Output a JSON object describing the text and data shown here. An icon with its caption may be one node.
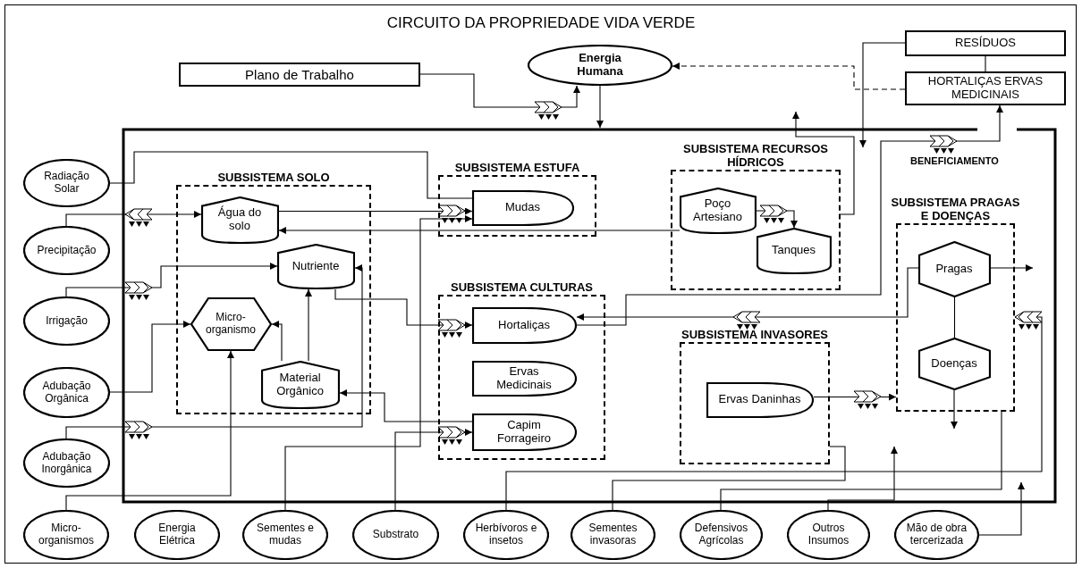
{
  "diagram": {
    "title": "CIRCUITO DA PROPRIEDADE VIDA VERDE",
    "nodes": [
      {
        "text": [
          "Plano de Trabalho"
        ]
      },
      {
        "text": [
          "Energia Humana"
        ]
      },
      {
        "text": [
          "RESÍDUOS"
        ]
      },
      {
        "text": [
          "HORTALIÇAS ERVAS MEDICINAIS"
        ]
      },
      {
        "text": [
          "Radiação Solar"
        ]
      },
      {
        "text": [
          "Precipitação"
        ]
      },
      {
        "text": [
          "Irrigação"
        ]
      },
      {
        "text": [
          "Adubação Orgânica"
        ]
      },
      {
        "text": [
          "Adubação Inorgânica"
        ]
      },
      {
        "text": [
          "SUBSISTEMA SOLO"
        ]
      },
      {
        "text": [
          "Água do solo"
        ],
        "in": 9
      },
      {
        "text": [
          "Nutriente"
        ],
        "in": 9
      },
      {
        "text": [
          "Micro-organismo"
        ],
        "in": 9
      },
      {
        "text": [
          "Material Orgânico"
        ],
        "in": 9
      },
      {
        "text": [
          "SUBSISTEMA ESTUFA"
        ]
      },
      {
        "text": [
          "Mudas"
        ],
        "in": 14
      },
      {
        "text": [
          "SUBSISTEMA RECURSOS HÍDRICOS"
        ]
      },
      {
        "text": [
          "Poço Artesiano"
        ],
        "in": 16
      },
      {
        "text": [
          "Tanques"
        ],
        "in": 16
      },
      {
        "text": [
          "SUBSISTEMA CULTURAS"
        ]
      },
      {
        "text": [
          "Hortaliças"
        ],
        "in": 19
      },
      {
        "text": [
          "Ervas Medicinais"
        ],
        "in": 19
      },
      {
        "text": [
          "Capim Forrageiro"
        ],
        "in": 19
      },
      {
        "text": [
          "SUBSISTEMA INVASORES"
        ]
      },
      {
        "text": [
          "Ervas Daninhas"
        ],
        "in": 23
      },
      {
        "text": [
          "SUBSISTEMA PRAGAS E DOENÇAS"
        ]
      },
      {
        "text": [
          "Pragas"
        ],
        "in": 25
      },
      {
        "text": [
          "Doenças"
        ],
        "in": 25
      },
      {
        "text": [
          "Micro-organismos"
        ]
      },
      {
        "text": [
          "Energia Elétrica"
        ]
      },
      {
        "text": [
          "Sementes e mudas"
        ]
      },
      {
        "text": [
          "Substrato"
        ]
      },
      {
        "text": [
          "Herbívoros e insetos"
        ]
      },
      {
        "text": [
          "Sementes invasoras"
        ]
      },
      {
        "text": [
          "Defensivos Agrícolas"
        ]
      },
      {
        "text": [
          "Outros Insumos"
        ]
      },
      {
        "text": [
          "Mão de obra tercerizada"
        ]
      }
    ],
    "edges": [
      {
        "from": 0,
        "to": 1,
        "arrow": "to"
      },
      {
        "from": 1,
        "to": null,
        "arrow": "to"
      },
      {
        "from": 3,
        "to": 1,
        "arrow": "to",
        "style": "dashed"
      },
      {
        "from": 2,
        "to": 3,
        "arrow": "none"
      },
      {
        "from": 2,
        "to": null,
        "arrow": "to"
      },
      {
        "from": 20,
        "to": 3,
        "arrow": "to"
      },
      {
        "from": 5,
        "to": 10,
        "arrow": "to"
      },
      {
        "from": 6,
        "to": 11,
        "arrow": "to"
      },
      {
        "from": 7,
        "to": 12,
        "arrow": "to"
      },
      {
        "from": 8,
        "to": 11,
        "arrow": "to"
      },
      {
        "from": 28,
        "to": 12,
        "arrow": "to"
      },
      {
        "from": 13,
        "to": 12,
        "arrow": "to"
      },
      {
        "from": 13,
        "to": 11,
        "arrow": "to"
      },
      {
        "from": 11,
        "to": 20,
        "arrow": "to"
      },
      {
        "from": 10,
        "to": 15,
        "arrow": "to"
      },
      {
        "from": 4,
        "to": 15,
        "arrow": "none"
      },
      {
        "from": 17,
        "to": 10,
        "arrow": "to"
      },
      {
        "from": 17,
        "to": 18,
        "arrow": "to"
      },
      {
        "from": 26,
        "to": null,
        "arrow": "to"
      },
      {
        "from": 26,
        "to": 27,
        "arrow": "none"
      },
      {
        "from": 27,
        "to": null,
        "arrow": "to"
      },
      {
        "from": 26,
        "to": 20,
        "arrow": "to"
      },
      {
        "from": 24,
        "to": 25,
        "arrow": "to"
      },
      {
        "from": 32,
        "to": 25,
        "arrow": "to"
      },
      {
        "from": 33,
        "to": 23,
        "arrow": "none"
      },
      {
        "from": 34,
        "to": 25,
        "arrow": "none"
      },
      {
        "from": 35,
        "to": null,
        "arrow": "to"
      },
      {
        "from": 36,
        "to": null,
        "arrow": "to"
      },
      {
        "from": 30,
        "to": 15,
        "arrow": "to"
      },
      {
        "from": 31,
        "to": 22,
        "arrow": "to"
      },
      {
        "from": 22,
        "to": 13,
        "arrow": "to"
      },
      {
        "from": 16,
        "to": null,
        "arrow": "to"
      }
    ],
    "labels": [
      "BENEFICIAMENTO"
    ]
  }
}
